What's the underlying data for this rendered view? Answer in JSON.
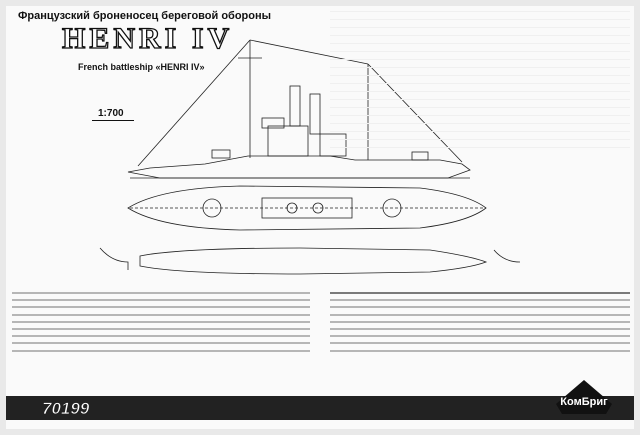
{
  "heading": {
    "title_ru": "Французский броненосец береговой обороны",
    "ship_name": "HENRI IV",
    "title_en": "French battleship «HENRI IV»",
    "scale": "1:700"
  },
  "kit_number": "70199",
  "brand_logo": {
    "text": "КомБриг",
    "colors": {
      "fill": "#111111",
      "text": "#ffffff"
    }
  },
  "colors": {
    "sheet": "#fafafa",
    "line_art": "#222222",
    "footer_bar": "#222222"
  }
}
